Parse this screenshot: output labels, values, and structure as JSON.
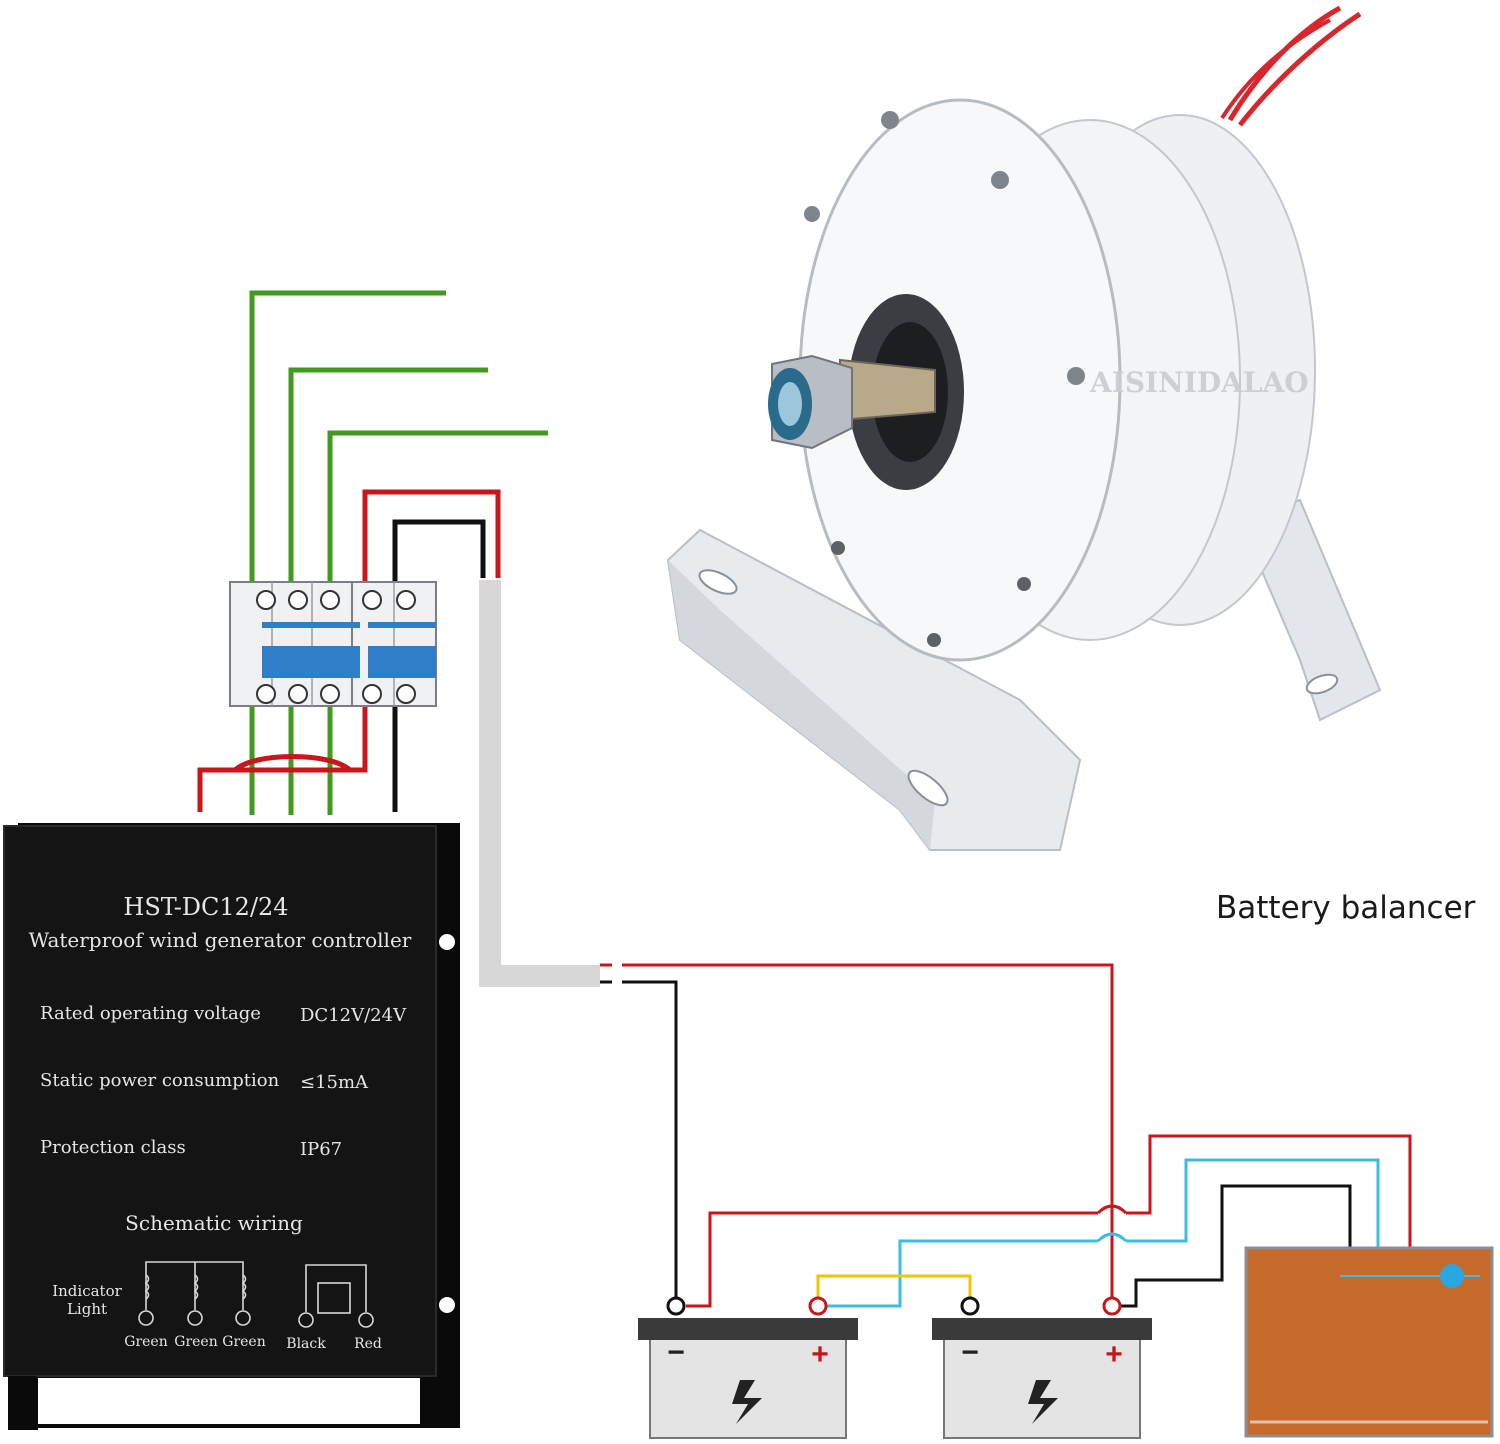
{
  "watermark": "AISINIDALAO",
  "battery_balancer_label": "Battery balancer",
  "controller": {
    "model": "HST-DC12/24",
    "title": "Waterproof wind generator controller",
    "specs": [
      {
        "label": "Rated operating voltage",
        "value": "DC12V/24V"
      },
      {
        "label": "Static power consumption",
        "value": "≤15mA"
      },
      {
        "label": "Protection class",
        "value": "IP67"
      }
    ],
    "schematic_title": "Schematic wiring",
    "indicator_label_line1": "Indicator",
    "indicator_label_line2": "Light",
    "terminals": [
      "Green",
      "Green",
      "Green",
      "Black",
      "Red"
    ]
  },
  "battery_signs": {
    "minus": "−",
    "plus": "+"
  },
  "colors": {
    "green_wire": "#3f9a1e",
    "red_wire": "#c8161d",
    "black_wire": "#111111",
    "cyan_wire": "#3cbde0",
    "yellow_wire": "#f2c500",
    "controller_body": "#141414",
    "balancer_body": "#c66a2c",
    "breaker_blue": "#2f7fc8"
  }
}
